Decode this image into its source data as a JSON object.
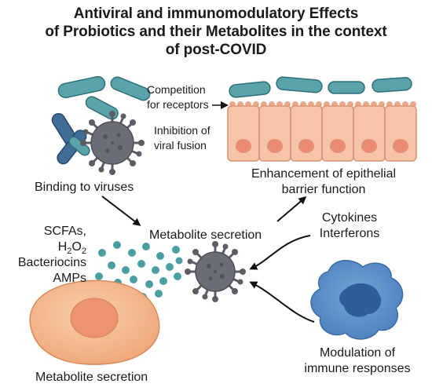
{
  "title": {
    "line1": "Antiviral and immunomodulatory Effects",
    "line2": "of Probiotics and  their Metabolites in the context",
    "line3": "of post-COVID"
  },
  "labels": {
    "competition_1": "Competition",
    "competition_2": "for receptors",
    "inhibition_1": "Inhibition of",
    "inhibition_2": "viral fusion",
    "epithelial_1": "Enhancement of epithelial",
    "epithelial_2": "barrier function",
    "binding": "Binding to viruses",
    "metabolite_center": "Metabolite secretion",
    "cytokines": "Cytokines",
    "interferons": "Interferons",
    "scfas": "SCFAs,",
    "h2o2_base": "H",
    "h2o2_sub1": "2",
    "h2o2_mid": "O",
    "h2o2_sub2": "2",
    "bacteriocins": "Bacteriocins",
    "amps": "AMPs",
    "metabolite_bottom": "Metabolite secretion",
    "modulation_1": "Modulation of",
    "modulation_2": "immune responses"
  },
  "colors": {
    "bacteria_teal": "#5aa3ab",
    "bacteria_dark": "#3f6d96",
    "virus_gray": "#6b6e75",
    "epithelial_cell": "#f6c4a9",
    "epithelial_nucleus": "#e98e74",
    "dot_teal": "#4a9ea2",
    "host_cell": "#f3b48b",
    "host_nucleus": "#ec9470",
    "immune_cell": "#5b8fcb",
    "immune_nucleus": "#2f5d99"
  }
}
